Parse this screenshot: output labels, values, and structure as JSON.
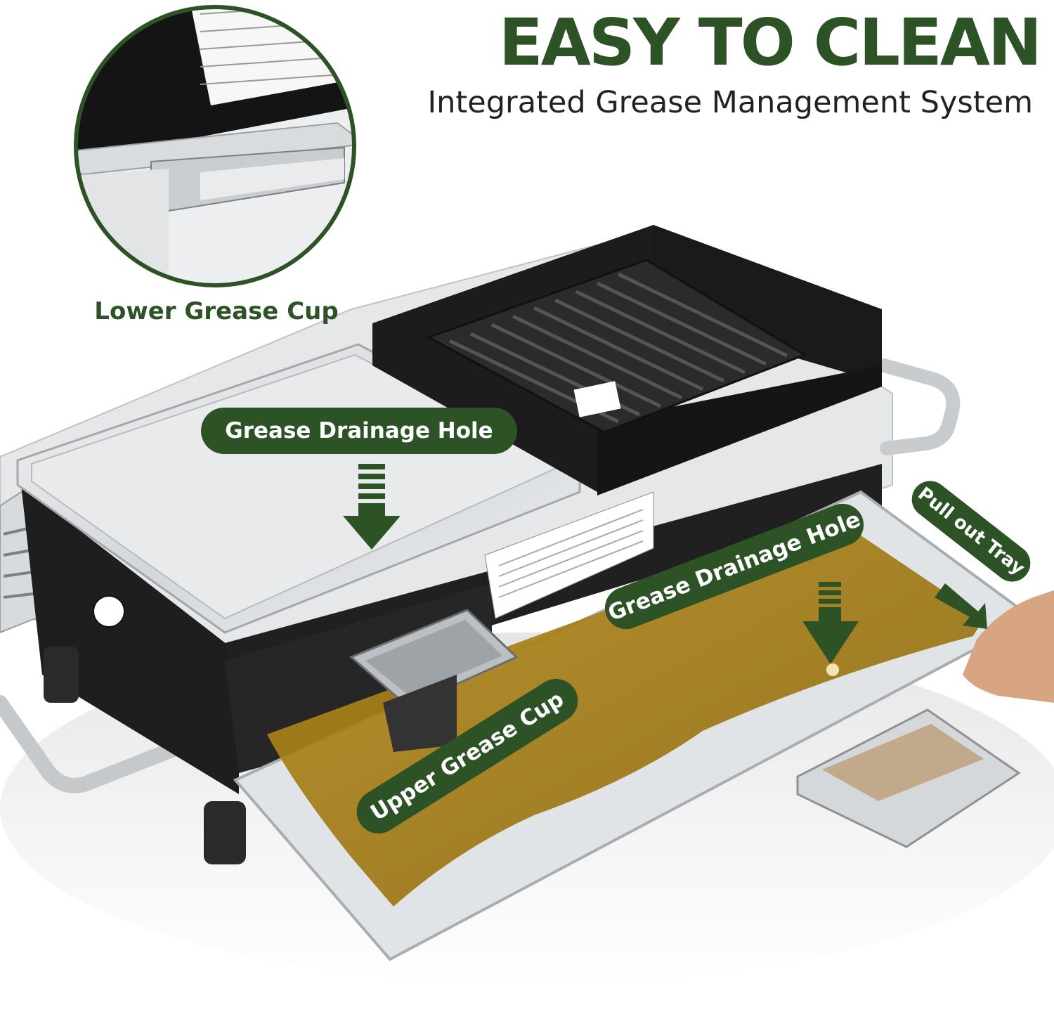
{
  "header": {
    "title": "EASY TO CLEAN",
    "subtitle": "Integrated Grease Management System"
  },
  "inset": {
    "caption": "Lower Grease Cup"
  },
  "callouts": {
    "top_drainage": "Grease Drainage Hole",
    "tray_drainage": "Grease Drainage Hole",
    "upper_cup": "Upper Grease Cup",
    "pull_tray": "Pull out Tray"
  },
  "colors": {
    "brand_green": "#2d5226",
    "grease_amber": "#9a7412",
    "steel": "#d9dcdf",
    "black_body": "#1b1b1b"
  }
}
